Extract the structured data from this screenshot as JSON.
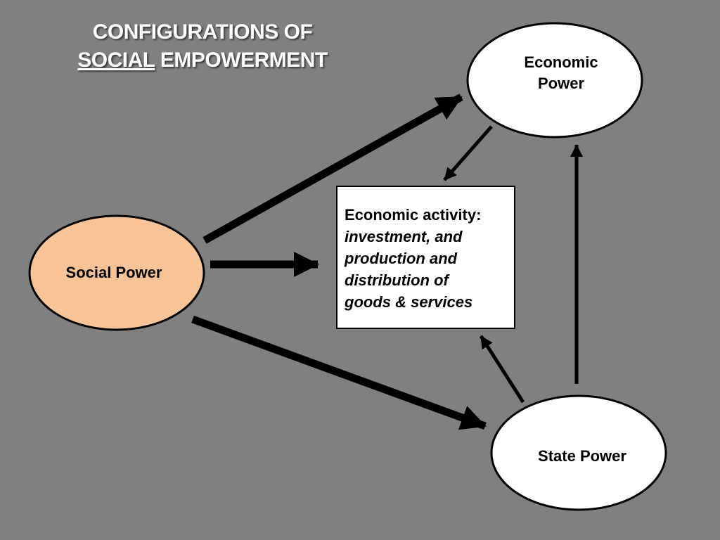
{
  "title": {
    "line1": "CONFIGURATIONS OF",
    "line2_underlined": "SOCIAL",
    "line2_rest": "EMPOWERMENT"
  },
  "nodes": {
    "economic_power": {
      "line1": "Economic",
      "line2": "Power"
    },
    "social_power": {
      "label": "Social Power"
    },
    "state_power": {
      "label": "State Power"
    },
    "economic_activity": {
      "heading": "Economic activity:",
      "lines": [
        "investment, and",
        "production and",
        "distribution of",
        "goods & services"
      ]
    }
  },
  "colors": {
    "background": "#808080",
    "social_power_fill": "#f8c497",
    "node_fill": "#ffffff",
    "stroke": "#000000"
  }
}
